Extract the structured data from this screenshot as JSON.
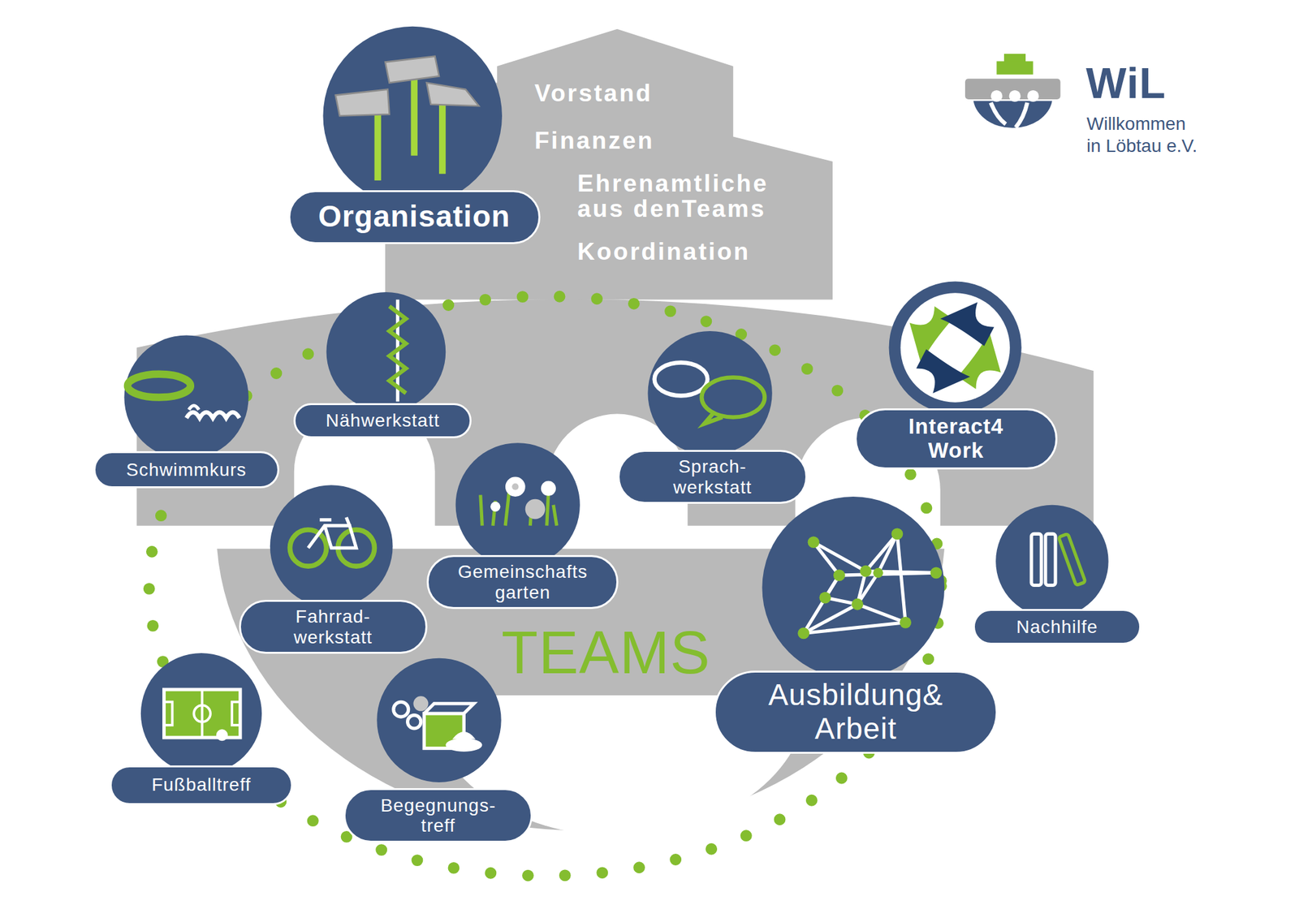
{
  "diagram": {
    "nodes": [
      {
        "text": [
          "Organisation"
        ]
      },
      {
        "text": [
          "Nähwerkstatt"
        ]
      },
      {
        "text": [
          "Schwimmkurs"
        ]
      },
      {
        "text": [
          "Sprach- werkstatt"
        ]
      },
      {
        "text": [
          "Interact4 Work"
        ]
      },
      {
        "text": [
          "Gemeinschafts garten"
        ]
      },
      {
        "text": [
          "Fahrrad- werkstatt"
        ]
      },
      {
        "text": [
          "Nachhilfe"
        ]
      },
      {
        "text": [
          "Ausbildung& Arbeit"
        ]
      },
      {
        "text": [
          "Fußballtreff"
        ]
      },
      {
        "text": [
          "Begegnungs- treff"
        ]
      }
    ],
    "labels": [
      "Vorstand",
      "Finanzen",
      "Ehrenamtliche aus denTeams",
      "Koordination",
      "TEAMS",
      "WiL",
      "Willkommen in Löbtau e.V."
    ]
  }
}
